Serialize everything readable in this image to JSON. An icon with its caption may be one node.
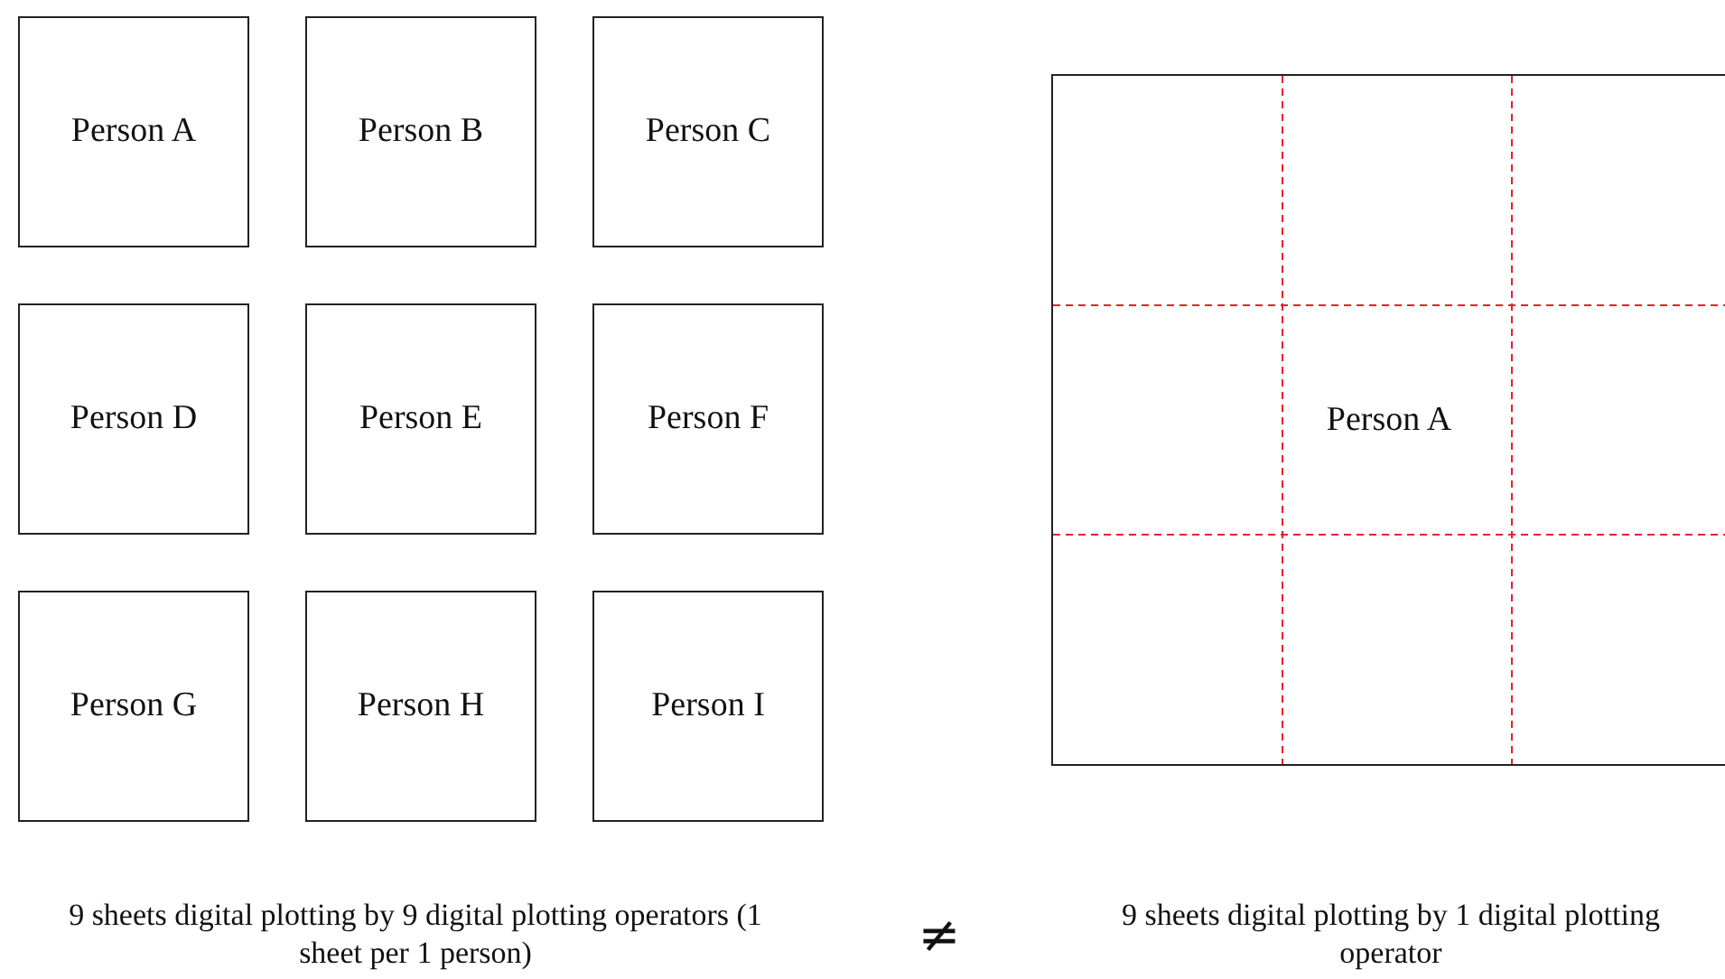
{
  "diagram": {
    "nodes": [
      {
        "text": [
          "Person A"
        ]
      },
      {
        "text": [
          "Person B"
        ]
      },
      {
        "text": [
          "Person C"
        ]
      },
      {
        "text": [
          "Person D"
        ]
      },
      {
        "text": [
          "Person E"
        ]
      },
      {
        "text": [
          "Person F"
        ]
      },
      {
        "text": [
          "Person G"
        ]
      },
      {
        "text": [
          "Person H"
        ]
      },
      {
        "text": [
          "Person I"
        ]
      },
      {
        "text": [
          "Person A"
        ]
      }
    ],
    "edges": [],
    "labels": [
      "9 sheets digital plotting by 9 digital plotting operators (1 sheet per 1 person)",
      "≠",
      "9 sheets digital plotting by 1 digital plotting operator"
    ]
  }
}
